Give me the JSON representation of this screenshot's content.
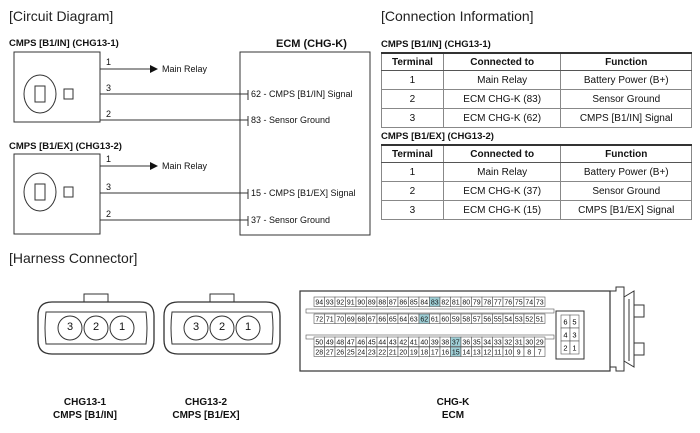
{
  "circuit": {
    "heading": "[Circuit Diagram]",
    "ecm_title": "ECM (CHG-K)",
    "sensors": [
      {
        "title": "CMPS [B1/IN] (CHG13-1)",
        "pin1": "1",
        "pin3": "3",
        "pin2": "2",
        "relay": "Main Relay",
        "sig_pin": "62 - CMPS [B1/IN] Signal",
        "gnd_pin": "83 - Sensor Ground"
      },
      {
        "title": "CMPS [B1/EX] (CHG13-2)",
        "pin1": "1",
        "pin3": "3",
        "pin2": "2",
        "relay": "Main Relay",
        "sig_pin": "15 - CMPS [B1/EX] Signal",
        "gnd_pin": "37 - Sensor Ground"
      }
    ]
  },
  "connection": {
    "heading": "[Connection Information]",
    "tables": [
      {
        "title": "CMPS [B1/IN] (CHG13-1)",
        "headers": [
          "Terminal",
          "Connected to",
          "Function"
        ],
        "rows": [
          [
            "1",
            "Main Relay",
            "Battery Power (B+)"
          ],
          [
            "2",
            "ECM CHG-K (83)",
            "Sensor Ground"
          ],
          [
            "3",
            "ECM CHG-K (62)",
            "CMPS [B1/IN] Signal"
          ]
        ]
      },
      {
        "title": "CMPS [B1/EX] (CHG13-2)",
        "headers": [
          "Terminal",
          "Connected to",
          "Function"
        ],
        "rows": [
          [
            "1",
            "Main Relay",
            "Battery Power (B+)"
          ],
          [
            "2",
            "ECM CHG-K (37)",
            "Sensor Ground"
          ],
          [
            "3",
            "ECM CHG-K (15)",
            "CMPS [B1/EX] Signal"
          ]
        ]
      }
    ]
  },
  "harness": {
    "heading": "[Harness Connector]",
    "connectors": [
      {
        "id": "CHG13-1",
        "name": "CMPS [B1/IN]",
        "pins": [
          "3",
          "2",
          "1"
        ]
      },
      {
        "id": "CHG13-2",
        "name": "CMPS [B1/EX]",
        "pins": [
          "3",
          "2",
          "1"
        ]
      }
    ],
    "ecm": {
      "id": "CHG-K",
      "name": "ECM",
      "rows": [
        [
          "94",
          "93",
          "92",
          "91",
          "90",
          "89",
          "88",
          "87",
          "86",
          "85",
          "84",
          "83",
          "82",
          "81",
          "80",
          "79",
          "78",
          "77",
          "76",
          "75",
          "74",
          "73"
        ],
        [
          "72",
          "71",
          "70",
          "69",
          "68",
          "67",
          "66",
          "65",
          "64",
          "63",
          "62",
          "61",
          "60",
          "59",
          "58",
          "57",
          "56",
          "55",
          "54",
          "53",
          "52",
          "51"
        ],
        [
          "50",
          "49",
          "48",
          "47",
          "46",
          "45",
          "44",
          "43",
          "42",
          "41",
          "40",
          "39",
          "38",
          "37",
          "36",
          "35",
          "34",
          "33",
          "32",
          "31",
          "30",
          "29"
        ],
        [
          "28",
          "27",
          "26",
          "25",
          "24",
          "23",
          "22",
          "21",
          "20",
          "19",
          "18",
          "17",
          "16",
          "15",
          "14",
          "13",
          "12",
          "11",
          "10",
          "9",
          "8",
          "7"
        ]
      ],
      "highlight": [
        "83",
        "62",
        "37",
        "15"
      ],
      "small_block": [
        [
          "6",
          "5"
        ],
        [
          "4",
          "3"
        ],
        [
          "2",
          "1"
        ]
      ],
      "highlight_color": "#9ecfd6"
    }
  }
}
